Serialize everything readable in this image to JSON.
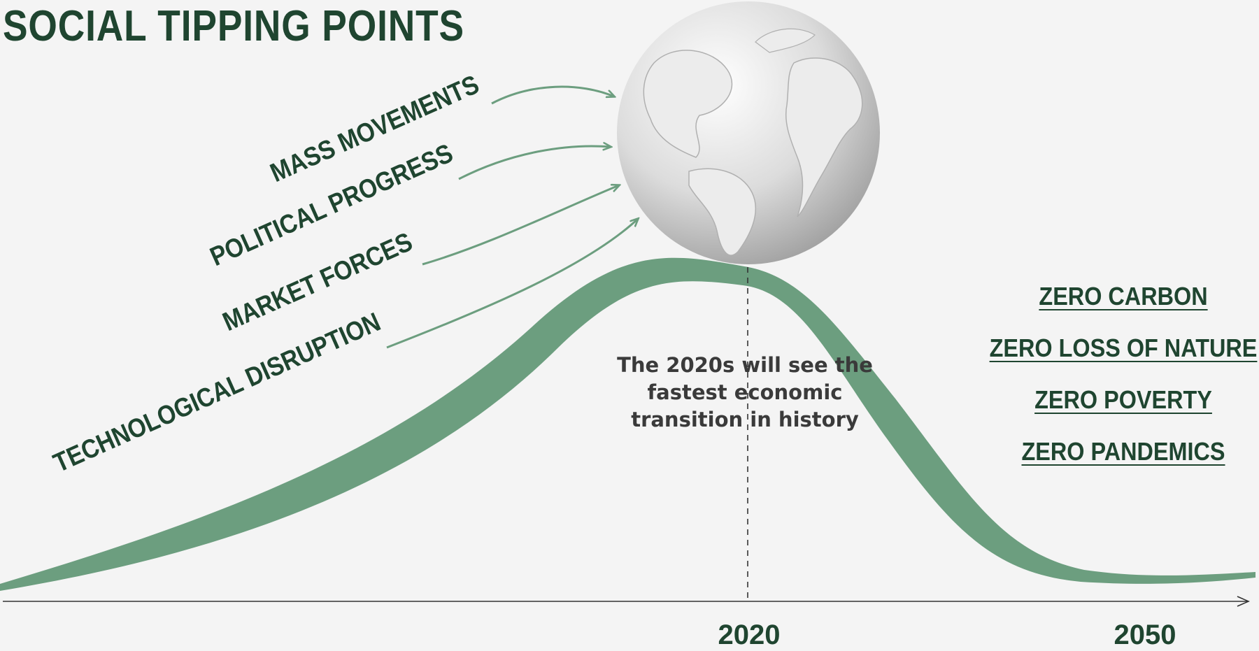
{
  "title": "SOCIAL TIPPING POINTS",
  "forces": [
    "MASS MOVEMENTS",
    "POLITICAL PROGRESS",
    "MARKET FORCES",
    "TECHNOLOGICAL DISRUPTION"
  ],
  "note": "The 2020s will see the fastest economic transition in history",
  "goals": [
    "ZERO CARBON",
    "ZERO LOSS OF NATURE",
    "ZERO POVERTY",
    "ZERO PANDEMICS"
  ],
  "axis": {
    "marker_2020": "2020",
    "marker_2050": "2050"
  },
  "colors": {
    "curve": "#6c9e7f",
    "text_green": "#1f4530",
    "arrow": "#6c9e7f",
    "background": "#f4f4f4"
  },
  "icons": {
    "globe": "earth-globe-icon"
  }
}
